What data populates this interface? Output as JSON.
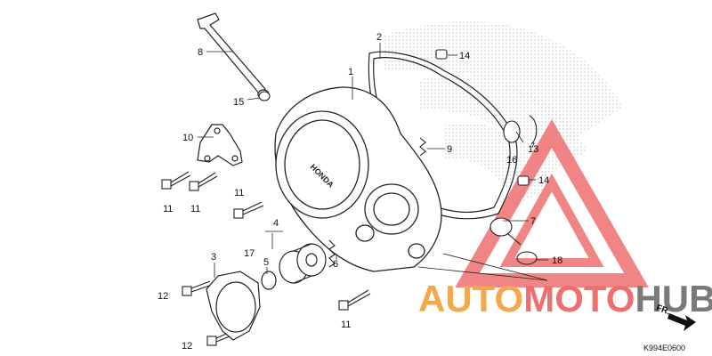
{
  "diagram": {
    "callouts": [
      {
        "id": "c1",
        "text": "1"
      },
      {
        "id": "c2",
        "text": "2"
      },
      {
        "id": "c3",
        "text": "3"
      },
      {
        "id": "c4",
        "text": "4"
      },
      {
        "id": "c5",
        "text": "5"
      },
      {
        "id": "c6",
        "text": "6"
      },
      {
        "id": "c7",
        "text": "7"
      },
      {
        "id": "c8",
        "text": "8"
      },
      {
        "id": "c9",
        "text": "9"
      },
      {
        "id": "c10",
        "text": "10"
      },
      {
        "id": "c11a",
        "text": "11"
      },
      {
        "id": "c11b",
        "text": "11"
      },
      {
        "id": "c11c",
        "text": "11"
      },
      {
        "id": "c11d",
        "text": "11"
      },
      {
        "id": "c12a",
        "text": "12"
      },
      {
        "id": "c12b",
        "text": "12"
      },
      {
        "id": "c13",
        "text": "13"
      },
      {
        "id": "c14a",
        "text": "14"
      },
      {
        "id": "c14b",
        "text": "14"
      },
      {
        "id": "c15",
        "text": "15"
      },
      {
        "id": "c16",
        "text": "16"
      },
      {
        "id": "c17",
        "text": "17"
      },
      {
        "id": "c18",
        "text": "18"
      }
    ],
    "direction_label": "FR.",
    "diagram_code": "K994E0600"
  },
  "watermark": {
    "part1": "AUTO",
    "part2": "MOTO",
    "part3": "HUB",
    "colors": {
      "part1": "#f5a84a",
      "part2": "#ef6f6f",
      "part3": "#7a7a7a",
      "triangle": "#ef6f6f"
    }
  },
  "background_logo": {
    "color": "#bfbfbf"
  }
}
